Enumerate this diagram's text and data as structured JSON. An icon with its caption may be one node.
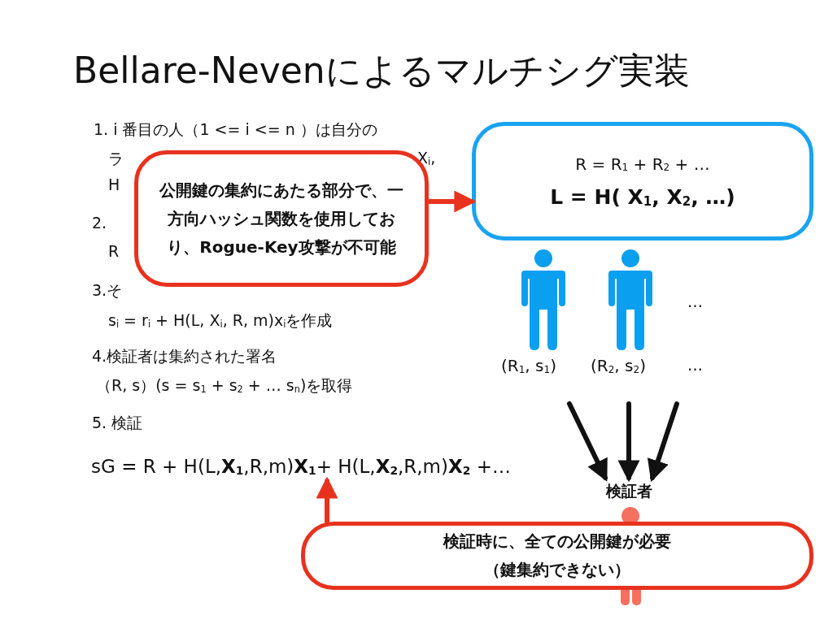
{
  "diagram": {
    "title": "Bellare-Nevenによるマルチシグ実装",
    "nodes": [
      {
        "text": [
          "公開鍵の集約にあたる部分で、一方向ハッシュ関数を使用しており、Rogue-Key攻撃が不可能"
        ]
      },
      {
        "text": [
          "R = R$_{1}$ + R$_{2}$ + …",
          "L = H( X$_{1}$, X$_{2}$, …)"
        ]
      },
      {
        "text": [],
        "shape": "person",
        "beside": [
          "(R$_{1}$, s$_{1}$)"
        ]
      },
      {
        "text": [],
        "shape": "person",
        "beside": [
          "(R$_{2}$, s$_{2}$)"
        ]
      },
      {
        "text": [
          "検証者"
        ]
      },
      {
        "text": [
          "sG = R + H(L,**X$_{1}$**,R,m)**X$_{1}$**+ H(L,**X$_{2}$**,R,m)**X$_{2}$** +…"
        ]
      },
      {
        "text": [
          "検証時に、全ての公開鍵が必要（鍵集約できない）"
        ]
      }
    ],
    "edges": [
      {
        "from": 0,
        "to": 1,
        "arrow": "to",
        "color": "#e8321e"
      },
      {
        "from": null,
        "to": 4,
        "arrow": "to"
      },
      {
        "from": null,
        "to": 4,
        "arrow": "to"
      },
      {
        "from": null,
        "to": 4,
        "arrow": "to"
      },
      {
        "from": 6,
        "to": 5,
        "arrow": "to",
        "color": "#e8321e"
      }
    ],
    "labels": [
      "1. i 番目の人（1 <= i <= n ）は自分の",
      "ラ",
      "X$_{i}$,",
      "H",
      "2.",
      "R",
      "3.そ",
      "s$_{i}$ = r$_{i}$ + H(L, X$_{i}$, R, m)x$_{i}$を作成",
      "4.検証者は集約された署名",
      "（R, s）(s = s$_{1}$ + s$_{2}$ + … s$_{n}$)を取得",
      "5. 検証",
      "…",
      "…"
    ]
  }
}
